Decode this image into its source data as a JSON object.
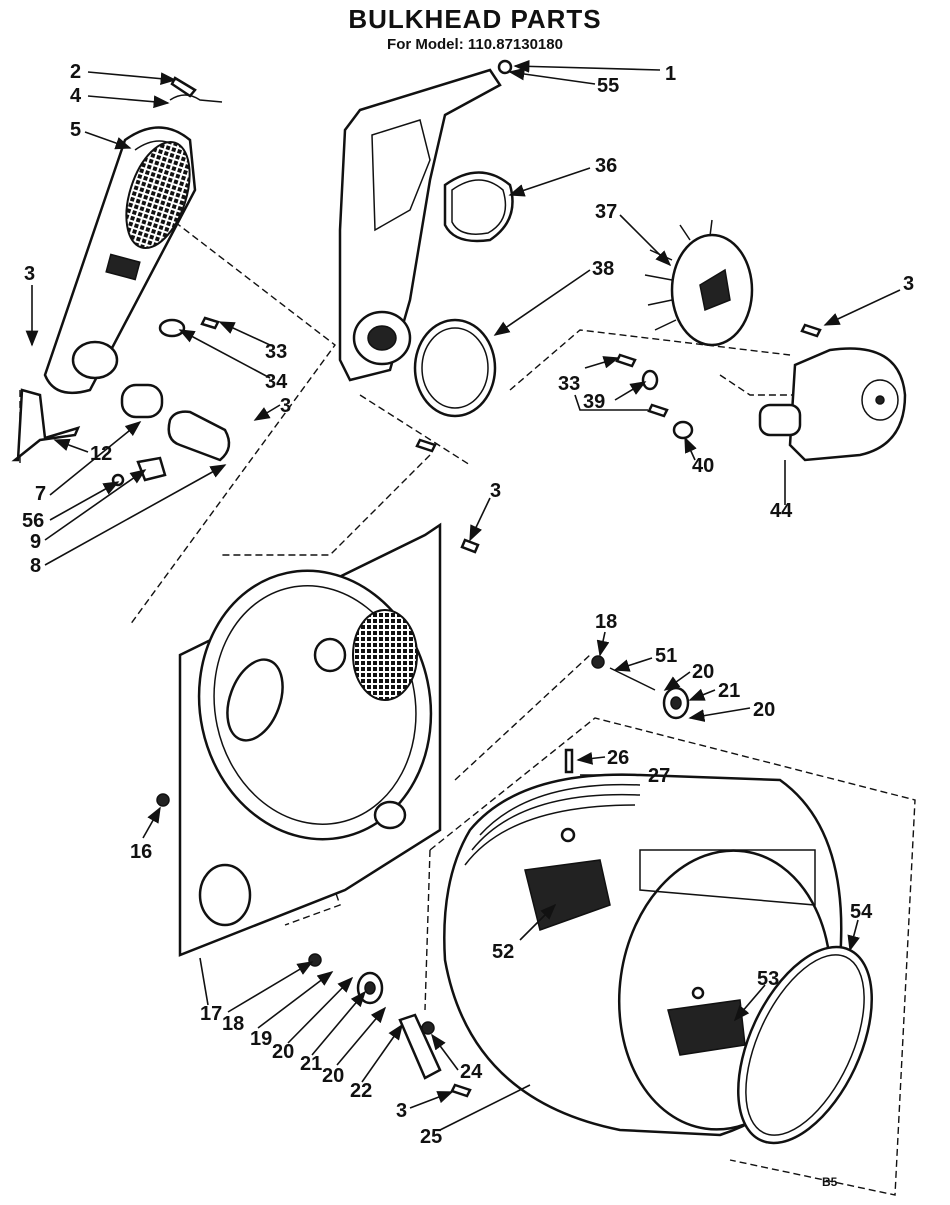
{
  "title": "BULKHEAD PARTS",
  "subtitle": "For Model: 110.87130180",
  "page_code": "B5",
  "callouts": [
    {
      "id": "c1",
      "text": "1"
    },
    {
      "id": "c55",
      "text": "55"
    },
    {
      "id": "c2",
      "text": "2"
    },
    {
      "id": "c4",
      "text": "4"
    },
    {
      "id": "c5",
      "text": "5"
    },
    {
      "id": "c36",
      "text": "36"
    },
    {
      "id": "c37",
      "text": "37"
    },
    {
      "id": "c38",
      "text": "38"
    },
    {
      "id": "c3a",
      "text": "3"
    },
    {
      "id": "c3b",
      "text": "3"
    },
    {
      "id": "c33a",
      "text": "33"
    },
    {
      "id": "c34",
      "text": "34"
    },
    {
      "id": "c3c",
      "text": "3"
    },
    {
      "id": "c12",
      "text": "12"
    },
    {
      "id": "c7",
      "text": "7"
    },
    {
      "id": "c56",
      "text": "56"
    },
    {
      "id": "c9",
      "text": "9"
    },
    {
      "id": "c8",
      "text": "8"
    },
    {
      "id": "c33b",
      "text": "33"
    },
    {
      "id": "c39",
      "text": "39"
    },
    {
      "id": "c40",
      "text": "40"
    },
    {
      "id": "c44",
      "text": "44"
    },
    {
      "id": "c3d",
      "text": "3"
    },
    {
      "id": "c18a",
      "text": "18"
    },
    {
      "id": "c51",
      "text": "51"
    },
    {
      "id": "c20a",
      "text": "20"
    },
    {
      "id": "c21a",
      "text": "21"
    },
    {
      "id": "c20b",
      "text": "20"
    },
    {
      "id": "c26",
      "text": "26"
    },
    {
      "id": "c27",
      "text": "27"
    },
    {
      "id": "c16",
      "text": "16"
    },
    {
      "id": "c54",
      "text": "54"
    },
    {
      "id": "c52",
      "text": "52"
    },
    {
      "id": "c53",
      "text": "53"
    },
    {
      "id": "c17",
      "text": "17"
    },
    {
      "id": "c18b",
      "text": "18"
    },
    {
      "id": "c19",
      "text": "19"
    },
    {
      "id": "c20c",
      "text": "20"
    },
    {
      "id": "c21b",
      "text": "21"
    },
    {
      "id": "c20d",
      "text": "20"
    },
    {
      "id": "c22",
      "text": "22"
    },
    {
      "id": "c24",
      "text": "24"
    },
    {
      "id": "c3e",
      "text": "3"
    },
    {
      "id": "c25",
      "text": "25"
    }
  ]
}
